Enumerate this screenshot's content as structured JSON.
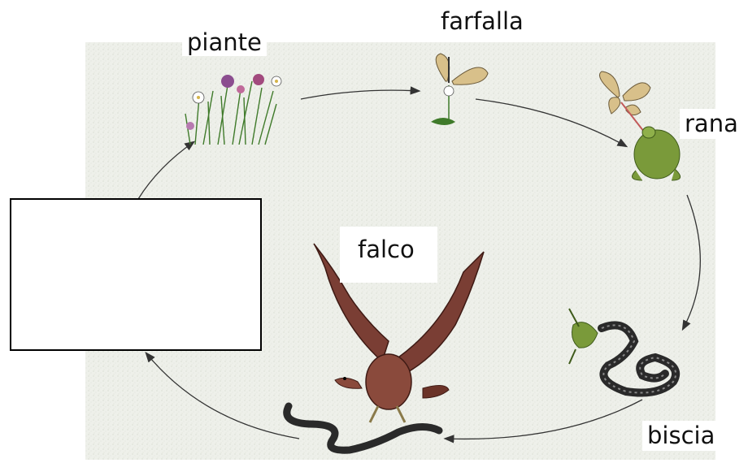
{
  "diagram": {
    "labels": {
      "piante": "piante",
      "farfalla": "farfalla",
      "rana": "rana",
      "falco": "falco",
      "biscia": "biscia"
    },
    "answer_box_text": "",
    "colors": {
      "paper": "#eef0ea",
      "arrow": "#333333",
      "frog": "#7a9a3a",
      "hawk": "#7a3e34",
      "snake": "#2a2a2a",
      "butterfly": "#d8c08a"
    }
  }
}
